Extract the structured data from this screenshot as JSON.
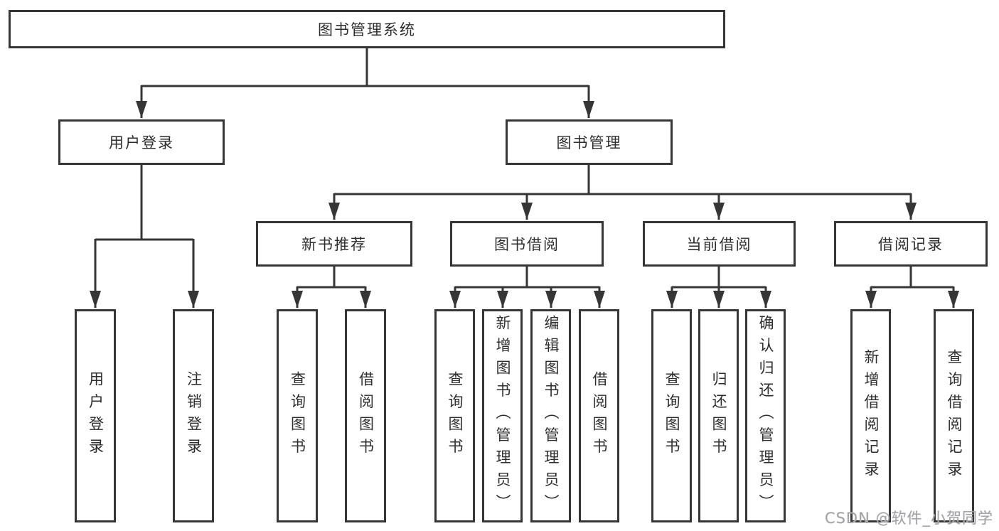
{
  "diagram": {
    "title": "图书管理系统",
    "root": {
      "label": "图书管理系统"
    },
    "children": [
      {
        "label": "用户登录",
        "children": [
          {
            "label": "用户登录"
          },
          {
            "label": "注销登录"
          }
        ]
      },
      {
        "label": "图书管理",
        "children": [
          {
            "label": "新书推荐",
            "children": [
              {
                "label": "查询图书"
              },
              {
                "label": "借阅图书"
              }
            ]
          },
          {
            "label": "图书借阅",
            "children": [
              {
                "label": "查询图书"
              },
              {
                "label": "新增图书（管理员）"
              },
              {
                "label": "编辑图书（管理员）"
              },
              {
                "label": "借阅图书"
              }
            ]
          },
          {
            "label": "当前借阅",
            "children": [
              {
                "label": "查询图书"
              },
              {
                "label": "归还图书"
              },
              {
                "label": "确认归还（管理员）"
              }
            ]
          },
          {
            "label": "借阅记录",
            "children": [
              {
                "label": "新增借阅记录"
              },
              {
                "label": "查询借阅记录"
              }
            ]
          }
        ]
      }
    ]
  },
  "watermark": {
    "text": "CSDN @软件_小贺同学"
  },
  "colors": {
    "line": "#363636",
    "box_border": "#363636",
    "box_bg": "#ffffff",
    "text": "#2d2d2d",
    "watermark": "#a4a4a8"
  }
}
